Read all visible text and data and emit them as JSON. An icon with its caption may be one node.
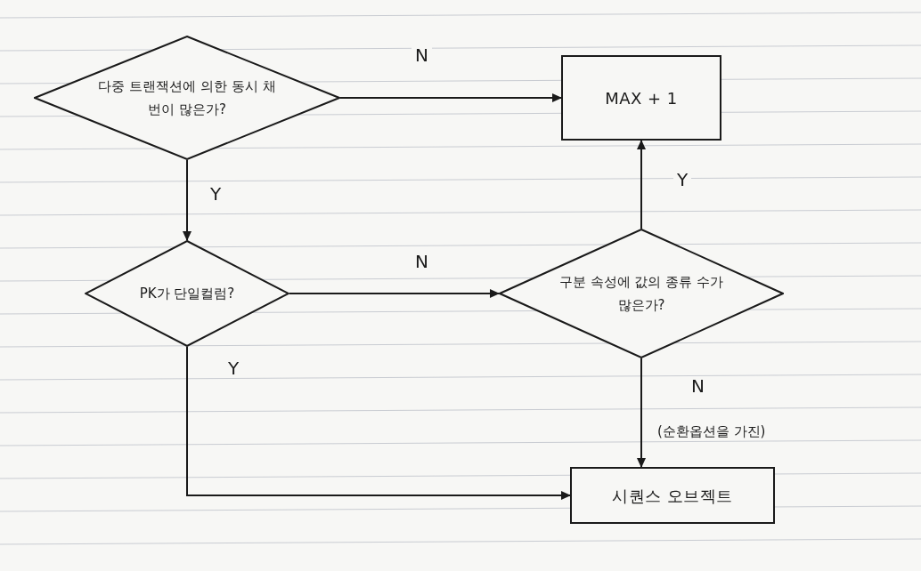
{
  "diagram": {
    "nodes": [
      {
        "text": [
          "다중 트랜잭션에 의한 동시 채번이 많은가?"
        ]
      },
      {
        "text": [
          "MAX + 1"
        ]
      },
      {
        "text": [
          "PK가 단일컬럼?"
        ]
      },
      {
        "text": [
          "구분 속성에 값의 종류 수가 많은가?"
        ]
      },
      {
        "text": [
          "시퀀스 오브젝트"
        ],
        "beside": [
          "(순환옵션을 가진)"
        ]
      }
    ],
    "edges": [
      {
        "from": 0,
        "to": 1,
        "arrow": "to",
        "label": "N"
      },
      {
        "from": 0,
        "to": 2,
        "arrow": "to",
        "label": "Y"
      },
      {
        "from": 2,
        "to": 3,
        "arrow": "to",
        "label": "N"
      },
      {
        "from": 2,
        "to": 4,
        "arrow": "to",
        "label": "Y"
      },
      {
        "from": 3,
        "to": 1,
        "arrow": "to",
        "label": "Y"
      },
      {
        "from": 3,
        "to": 4,
        "arrow": "to",
        "label": "N"
      }
    ]
  }
}
